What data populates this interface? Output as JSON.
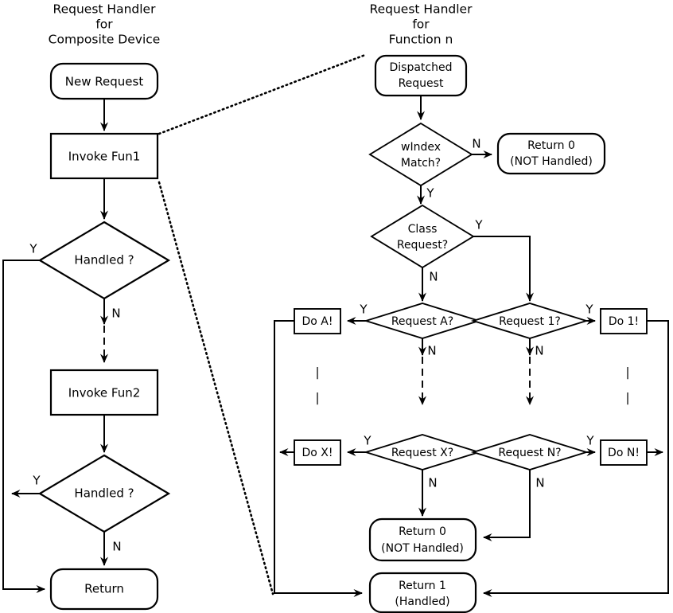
{
  "diagram": {
    "type": "flowchart",
    "background": "#ffffff",
    "line_color": "#000000",
    "titles": {
      "left": [
        "Request Handler",
        "for",
        "Composite Device"
      ],
      "right": [
        "Request Handler",
        "for",
        "Function n"
      ]
    },
    "left_flow": {
      "nodes": [
        {
          "id": "new-request",
          "shape": "rounded",
          "label": "New Request"
        },
        {
          "id": "invoke-fun1",
          "shape": "rect",
          "label": "Invoke Fun1"
        },
        {
          "id": "handled-1",
          "shape": "diamond",
          "label": "Handled ?"
        },
        {
          "id": "invoke-fun2",
          "shape": "rect",
          "label": "Invoke Fun2"
        },
        {
          "id": "handled-2",
          "shape": "diamond",
          "label": "Handled ?"
        },
        {
          "id": "return",
          "shape": "rounded",
          "label": "Return"
        }
      ],
      "edge_labels": {
        "handled1_yes": "Y",
        "handled1_no": "N",
        "handled2_yes": "Y",
        "handled2_no": "N"
      }
    },
    "right_flow": {
      "nodes": [
        {
          "id": "dispatched-request",
          "shape": "rounded",
          "label_line1": "Dispatched",
          "label_line2": "Request"
        },
        {
          "id": "windex-match",
          "shape": "diamond",
          "label_line1": "wIndex",
          "label_line2": "Match?"
        },
        {
          "id": "return0-top",
          "shape": "rounded",
          "label_line1": "Return 0",
          "label_line2": "(NOT Handled)"
        },
        {
          "id": "class-request",
          "shape": "diamond",
          "label_line1": "Class",
          "label_line2": "Request?"
        },
        {
          "id": "request-a",
          "shape": "diamond",
          "label": "Request A?"
        },
        {
          "id": "request-1",
          "shape": "diamond",
          "label": "Request 1?"
        },
        {
          "id": "do-a",
          "shape": "rect",
          "label": "Do A!"
        },
        {
          "id": "do-1",
          "shape": "rect",
          "label": "Do 1!"
        },
        {
          "id": "request-x",
          "shape": "diamond",
          "label": "Request X?"
        },
        {
          "id": "request-n",
          "shape": "diamond",
          "label": "Request N?"
        },
        {
          "id": "do-x",
          "shape": "rect",
          "label": "Do X!"
        },
        {
          "id": "do-n",
          "shape": "rect",
          "label": "Do N!"
        },
        {
          "id": "return0-bottom",
          "shape": "rounded",
          "label_line1": "Return 0",
          "label_line2": "(NOT Handled)"
        },
        {
          "id": "return1",
          "shape": "rounded",
          "label_line1": "Return 1",
          "label_line2": "(Handled)"
        }
      ],
      "edge_labels": {
        "windex_no": "N",
        "windex_yes": "Y",
        "class_yes": "Y",
        "class_no": "N",
        "reqa_yes": "Y",
        "reqa_no": "N",
        "req1_yes": "Y",
        "req1_no": "N",
        "reqx_yes": "Y",
        "reqx_no": "N",
        "reqn_yes": "Y",
        "reqn_no": "N"
      },
      "ellipsis": "|"
    }
  }
}
